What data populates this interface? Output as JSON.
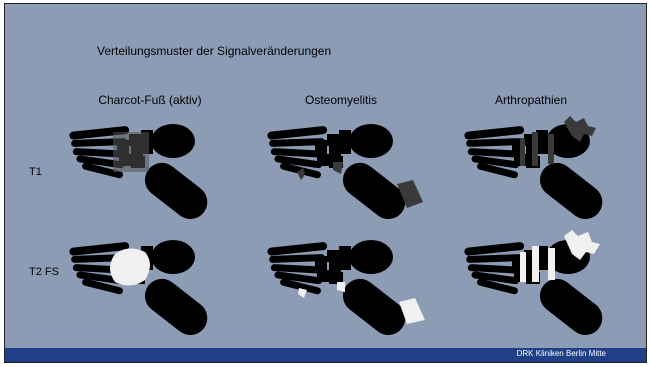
{
  "slide": {
    "title": "Verteilungsmuster der Signalveränderungen",
    "columns": [
      "Charcot-Fuß (aktiv)",
      "Osteomyelitis",
      "Arthropathien"
    ],
    "rows": [
      "T1",
      "T2 FS"
    ],
    "footer": "DRK Kliniken Berlin Mitte"
  },
  "colors": {
    "background": "#8c9cb5",
    "footer_bar": "#1f3f86",
    "bone_t1": "#ffffff",
    "bone_t2": "#3a3a3a",
    "lesion_t1": "#3a3a3a",
    "lesion_t2": "#f2f2f2"
  }
}
